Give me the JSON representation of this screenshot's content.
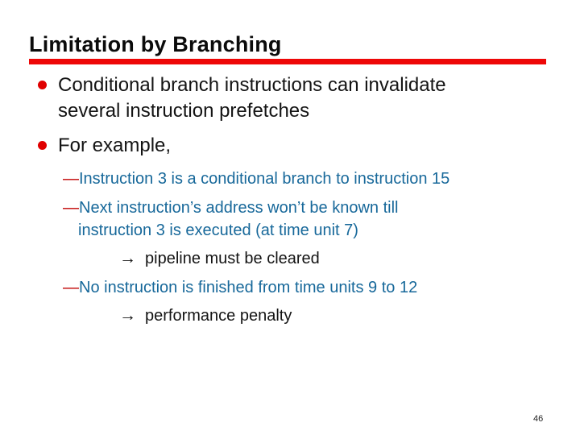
{
  "slide": {
    "title": "Limitation by Branching",
    "page_number": "46",
    "colors": {
      "title_rule_red": "#ee0707",
      "bullet_dot_red": "#e00000",
      "dash_red": "#c00000",
      "sub_text_blue": "#17689a",
      "body_text": "#141414",
      "background": "#ffffff"
    }
  },
  "content": {
    "dash_glyph": "—",
    "arrow_glyph": "→",
    "bullets": [
      {
        "lines": [
          "Conditional branch instructions can invalidate",
          "several instruction prefetches"
        ]
      },
      {
        "lines": [
          "For example,"
        ]
      }
    ],
    "sub_items": [
      {
        "kind": "dash",
        "lines": [
          "Instruction 3 is a conditional branch to instruction 15"
        ]
      },
      {
        "kind": "dash",
        "lines": [
          "Next instruction’s address won’t be known till",
          "instruction 3 is executed (at time unit 7)"
        ]
      },
      {
        "kind": "arrow",
        "lines": [
          "pipeline must be cleared"
        ]
      },
      {
        "kind": "dash",
        "lines": [
          "No instruction is finished from time units 9 to 12"
        ]
      },
      {
        "kind": "arrow",
        "lines": [
          "performance penalty"
        ]
      }
    ]
  }
}
